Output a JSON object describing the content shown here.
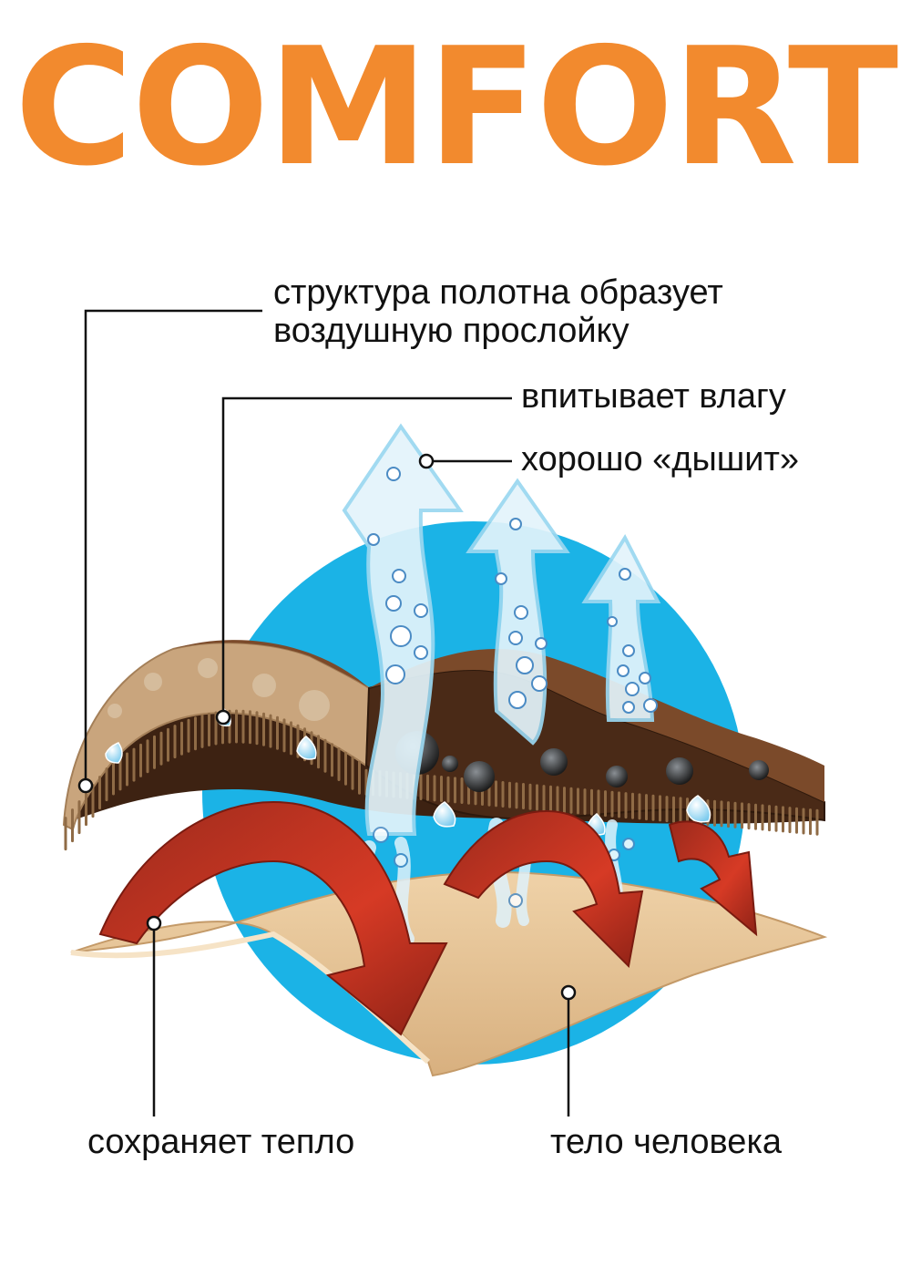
{
  "title": "COMFORT",
  "labels": {
    "structure_line1": "структура полотна  образует",
    "structure_line2": "воздушную прослойку",
    "absorbs": "впитывает влагу",
    "breathes": "хорошо «дышит»",
    "warmth": "сохраняет тепло",
    "body": "тело человека"
  },
  "colors": {
    "title": "#f28a2e",
    "circle": "#1bb3e6",
    "fabric_light": "#c9a57d",
    "fabric_dark": "#4a2a17",
    "skin": "#e4c193",
    "heat_arrow": "#c0392b",
    "vapor": "#dff2fb"
  }
}
